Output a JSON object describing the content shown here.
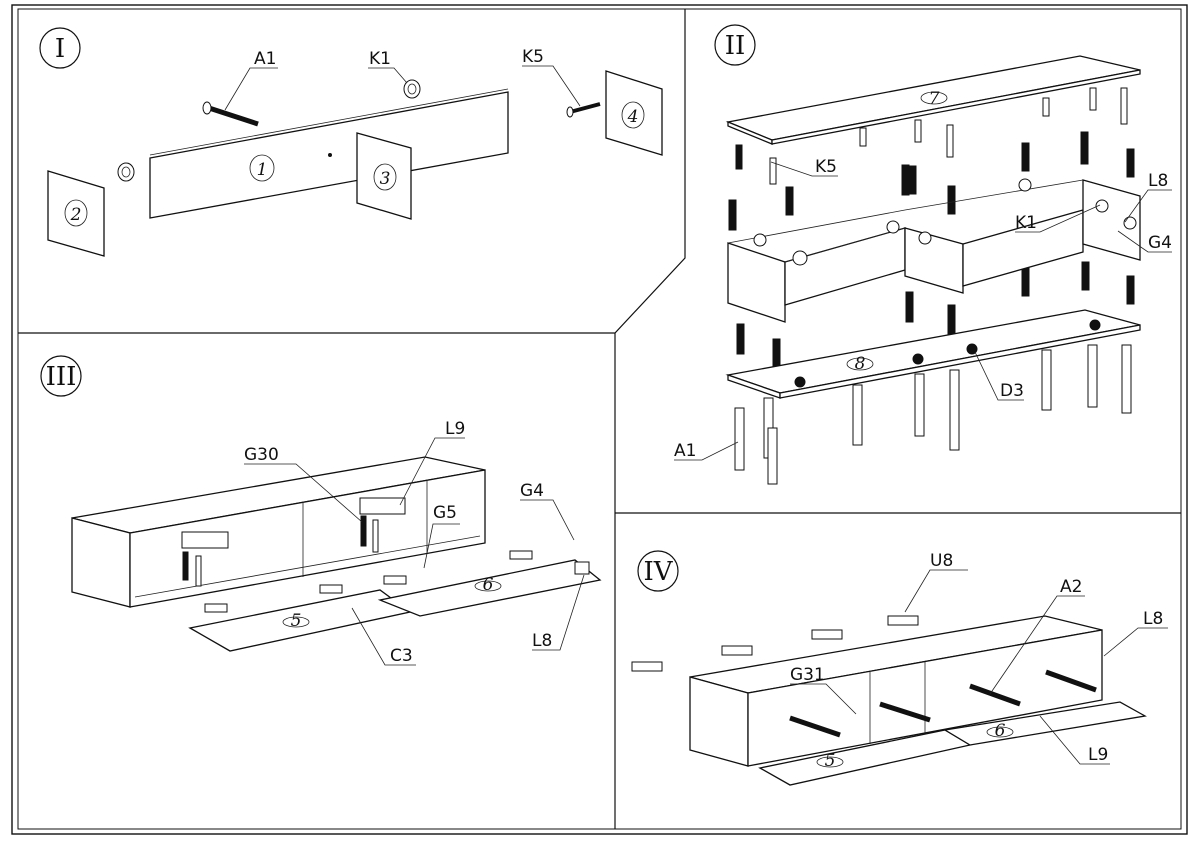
{
  "steps": {
    "step1": {
      "roman": "I",
      "labels": {
        "a1": "A1",
        "k1": "K1",
        "k5": "K5"
      },
      "panels": {
        "p1": "1",
        "p2": "2",
        "p3": "3",
        "p4": "4"
      }
    },
    "step2": {
      "roman": "II",
      "labels": {
        "k5": "K5",
        "k1": "K1",
        "l8": "L8",
        "g4": "G4",
        "d3": "D3",
        "a1": "A1"
      },
      "panels": {
        "top": "7",
        "bottom": "8"
      }
    },
    "step3": {
      "roman": "III",
      "labels": {
        "g30": "G30",
        "l9": "L9",
        "g5": "G5",
        "g4": "G4",
        "c3": "C3",
        "l8": "L8"
      },
      "panels": {
        "flapA": "5",
        "flapB": "6"
      }
    },
    "step4": {
      "roman": "IV",
      "labels": {
        "u8": "U8",
        "a2": "A2",
        "l8": "L8",
        "g31": "G31",
        "l9": "L9"
      },
      "panels": {
        "flapA": "5",
        "flapB": "6"
      }
    }
  }
}
